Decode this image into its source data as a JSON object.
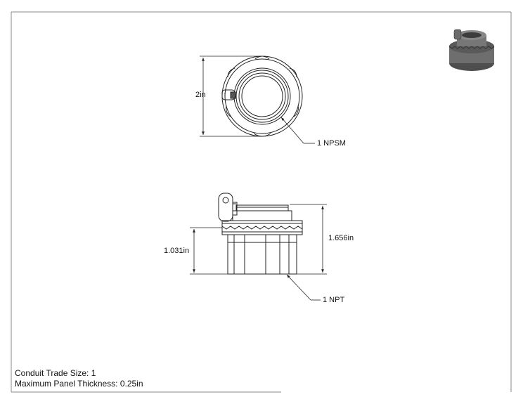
{
  "dimensions": {
    "top_height": "2in",
    "top_thread": "1 NPSM",
    "side_body_height": "1.031in",
    "side_total_height": "1.656in",
    "side_thread": "1 NPT"
  },
  "notes": {
    "trade_size": "Conduit Trade Size: 1",
    "panel_thickness": "Maximum Panel Thickness: 0.25in"
  },
  "colors": {
    "line": "#222222",
    "border": "#8a8a8a",
    "part_body": "#6e6e6e",
    "part_dark": "#3c3c3c"
  }
}
